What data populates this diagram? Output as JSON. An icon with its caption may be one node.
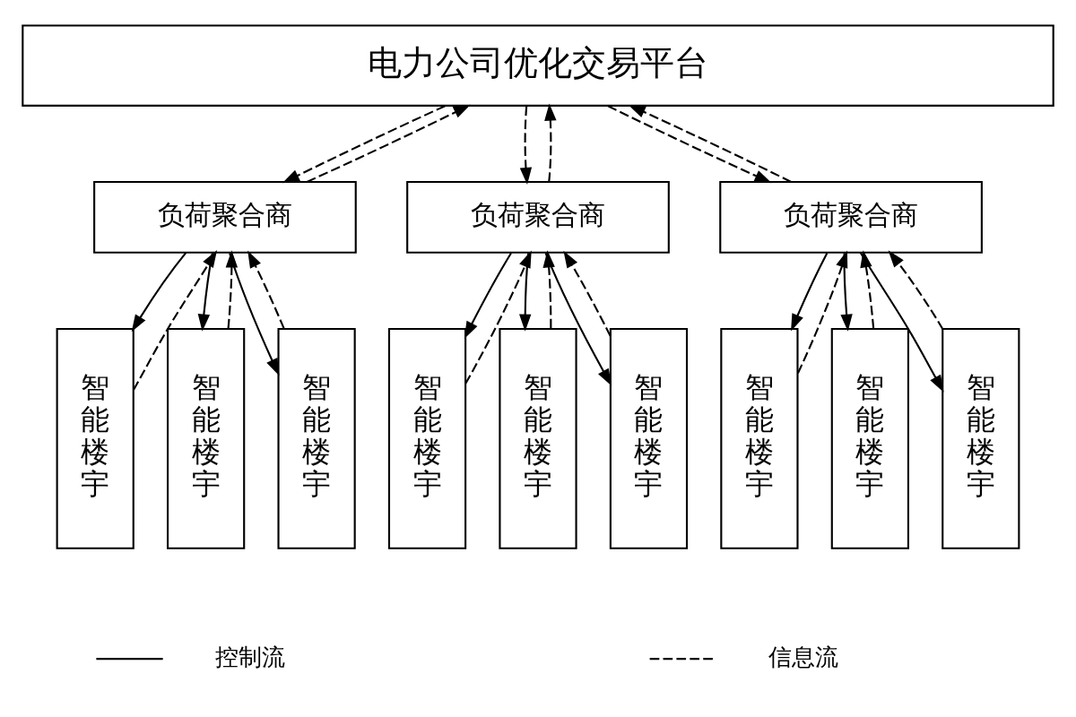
{
  "diagram": {
    "nodes": [
      {
        "text": [
          "电力公司优化交易平台"
        ]
      },
      {
        "text": [
          "负荷聚合商"
        ]
      },
      {
        "text": [
          "负荷聚合商"
        ]
      },
      {
        "text": [
          "负荷聚合商"
        ]
      },
      {
        "text": [
          "智能楼宇"
        ]
      },
      {
        "text": [
          "智能楼宇"
        ]
      },
      {
        "text": [
          "智能楼宇"
        ]
      },
      {
        "text": [
          "智能楼宇"
        ]
      },
      {
        "text": [
          "智能楼宇"
        ]
      },
      {
        "text": [
          "智能楼宇"
        ]
      },
      {
        "text": [
          "智能楼宇"
        ]
      },
      {
        "text": [
          "智能楼宇"
        ]
      },
      {
        "text": [
          "智能楼宇"
        ]
      }
    ],
    "edges": [
      {
        "from": 0,
        "to": 1,
        "arrow": "to",
        "style": "dashed"
      },
      {
        "from": 1,
        "to": 0,
        "arrow": "to",
        "style": "dashed"
      },
      {
        "from": 0,
        "to": 2,
        "arrow": "to",
        "style": "dashed"
      },
      {
        "from": 2,
        "to": 0,
        "arrow": "to",
        "style": "dashed"
      },
      {
        "from": 0,
        "to": 3,
        "arrow": "to",
        "style": "dashed"
      },
      {
        "from": 3,
        "to": 0,
        "arrow": "to",
        "style": "dashed"
      },
      {
        "from": 1,
        "to": 4,
        "arrow": "to"
      },
      {
        "from": 4,
        "to": 1,
        "arrow": "to",
        "style": "dashed"
      },
      {
        "from": 1,
        "to": 5,
        "arrow": "to"
      },
      {
        "from": 5,
        "to": 1,
        "arrow": "to",
        "style": "dashed"
      },
      {
        "from": 1,
        "to": 6,
        "arrow": "to"
      },
      {
        "from": 6,
        "to": 1,
        "arrow": "to",
        "style": "dashed"
      },
      {
        "from": 2,
        "to": 7,
        "arrow": "to"
      },
      {
        "from": 7,
        "to": 2,
        "arrow": "to",
        "style": "dashed"
      },
      {
        "from": 2,
        "to": 8,
        "arrow": "to"
      },
      {
        "from": 8,
        "to": 2,
        "arrow": "to",
        "style": "dashed"
      },
      {
        "from": 2,
        "to": 9,
        "arrow": "to"
      },
      {
        "from": 9,
        "to": 2,
        "arrow": "to",
        "style": "dashed"
      },
      {
        "from": 3,
        "to": 10,
        "arrow": "to"
      },
      {
        "from": 10,
        "to": 3,
        "arrow": "to",
        "style": "dashed"
      },
      {
        "from": 3,
        "to": 11,
        "arrow": "to"
      },
      {
        "from": 11,
        "to": 3,
        "arrow": "to",
        "style": "dashed"
      },
      {
        "from": 3,
        "to": 12,
        "arrow": "to"
      },
      {
        "from": 12,
        "to": 3,
        "arrow": "to",
        "style": "dashed"
      }
    ],
    "legend": [
      {
        "text": "控制流"
      },
      {
        "text": "信息流"
      }
    ]
  }
}
